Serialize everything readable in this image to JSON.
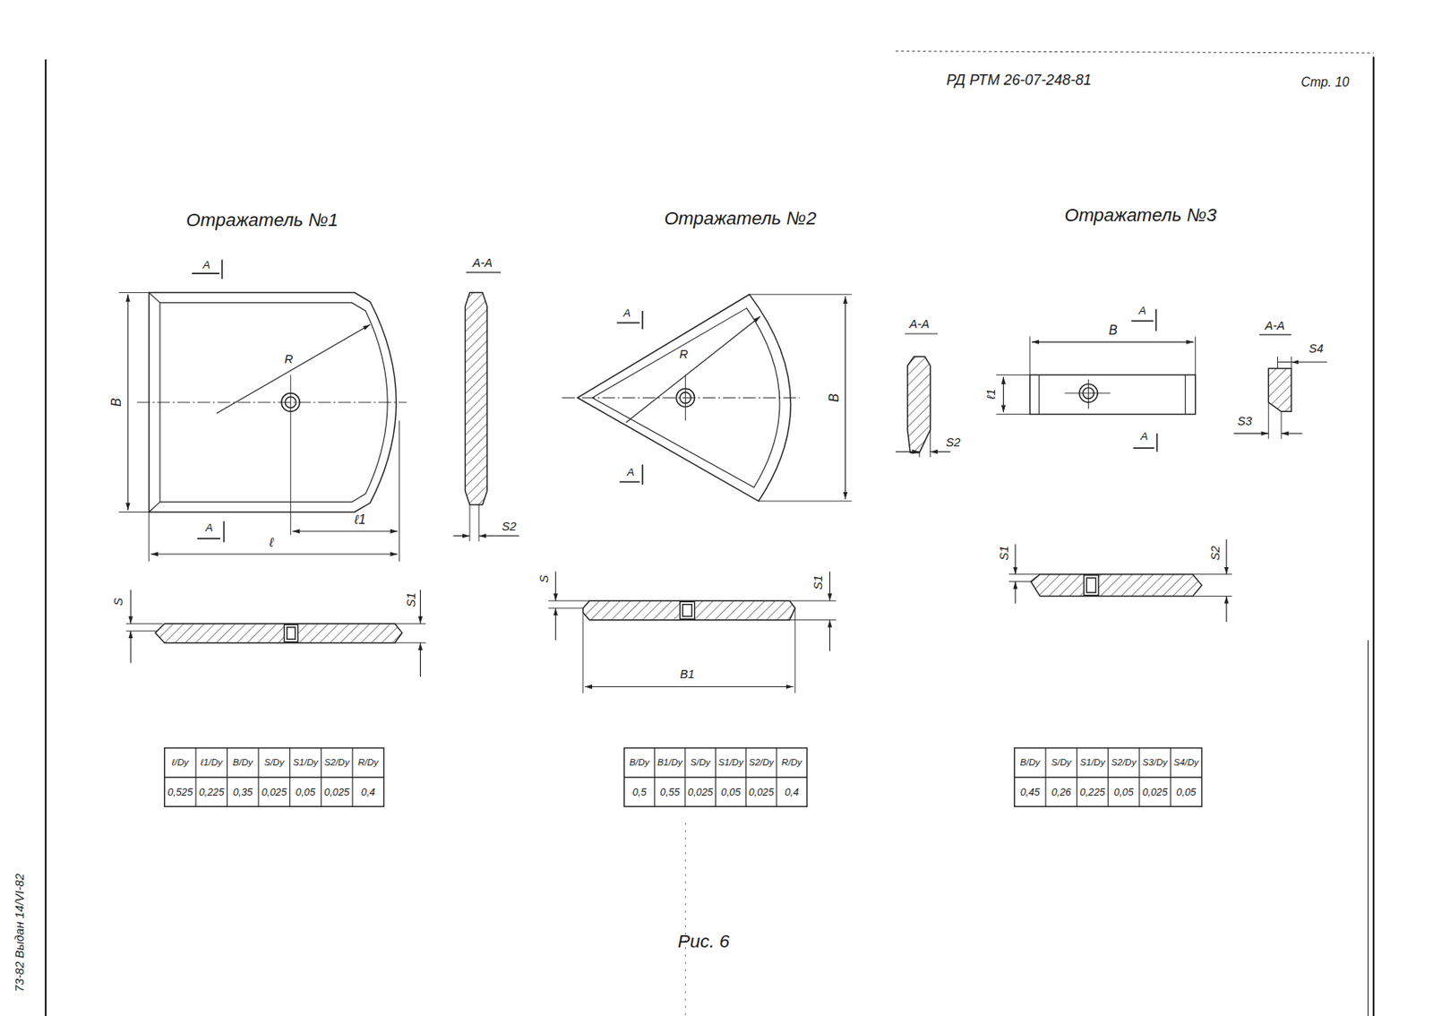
{
  "diagram": {
    "caption": "Рис. 6",
    "labels": [
      "РД РТМ 26-07-248-81",
      "Стр. 10",
      "Отражатель №1",
      "А",
      "А-А",
      "В",
      "R",
      "А",
      "ℓ1",
      "ℓ",
      "S2",
      "S",
      "S1",
      "ℓ/Dу",
      "ℓ1/Dу",
      "В/Dу",
      "S/Dу",
      "S1/Dу",
      "S2/Dу",
      "R/Dу",
      "0,525",
      "0,225",
      "0,35",
      "0,025",
      "0,05",
      "0,025",
      "0,4",
      "Отражатель №2",
      "А",
      "R",
      "В",
      "А",
      "А-А",
      "S2",
      "S",
      "S1",
      "В1",
      "В/Dу",
      "В1/Dу",
      "S/Dу",
      "S1/Dу",
      "S2/Dу",
      "R/Dу",
      "0,5",
      "0,55",
      "0,025",
      "0,05",
      "0,025",
      "0,4",
      "Отражатель №3",
      "А",
      "В",
      "ℓ1",
      "А",
      "А-А",
      "S4",
      "S3",
      "S1",
      "S2",
      "В/Dу",
      "S/Dу",
      "S1/Dу",
      "S2/Dу",
      "S3/Dу",
      "S4/Dу",
      "0,45",
      "0,26",
      "0,225",
      "0,05",
      "0,025",
      "0,05",
      "73-82 Выдан 14/VI-82"
    ]
  }
}
